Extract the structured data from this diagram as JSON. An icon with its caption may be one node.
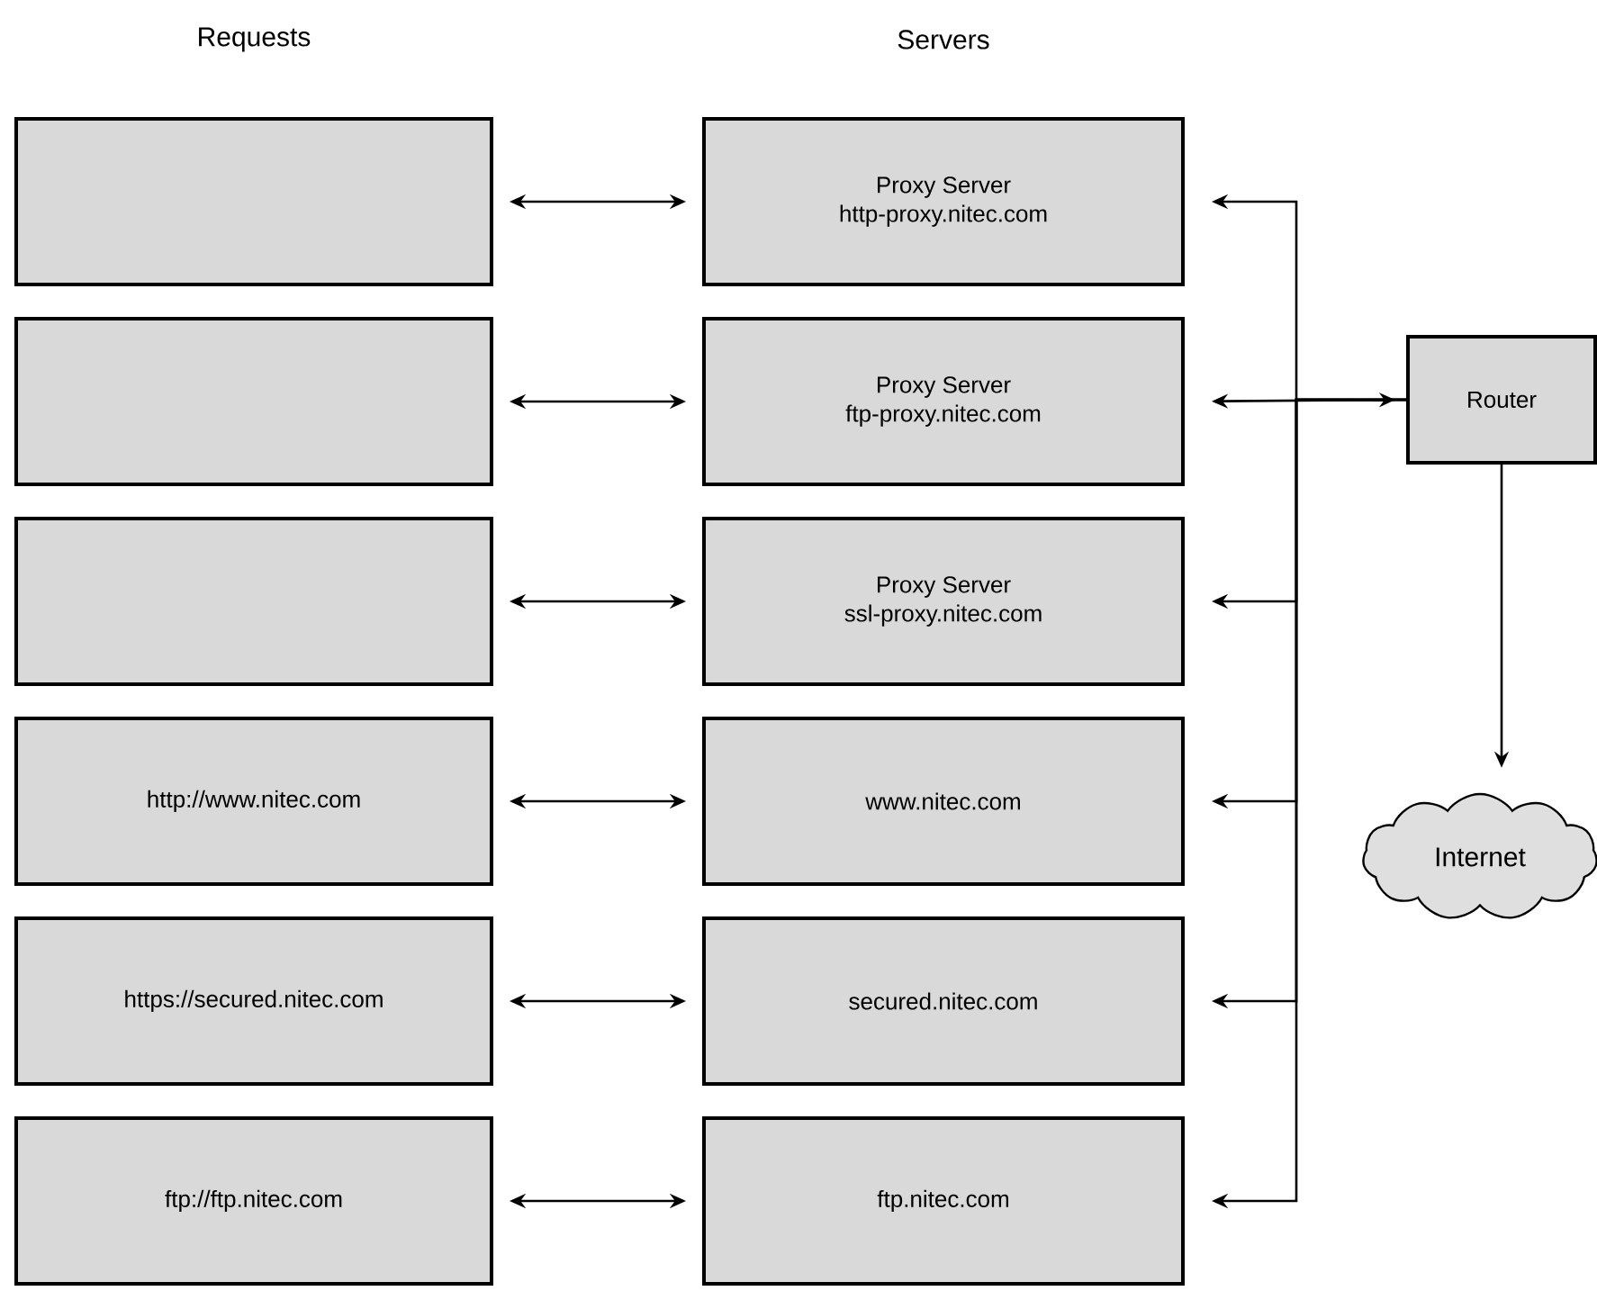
{
  "diagram": {
    "nodes": [
      {
        "text": [],
        "shape": "box"
      },
      {
        "text": [],
        "shape": "box"
      },
      {
        "text": [],
        "shape": "box"
      },
      {
        "text": [
          "http://www.nitec.com"
        ]
      },
      {
        "text": [
          "https://secured.nitec.com"
        ]
      },
      {
        "text": [
          "ftp://ftp.nitec.com"
        ]
      },
      {
        "text": [
          "Proxy Server",
          "http-proxy.nitec.com"
        ]
      },
      {
        "text": [
          "Proxy Server",
          "ftp-proxy.nitec.com"
        ]
      },
      {
        "text": [
          "Proxy Server",
          "ssl-proxy.nitec.com"
        ]
      },
      {
        "text": [
          "www.nitec.com"
        ]
      },
      {
        "text": [
          "secured.nitec.com"
        ]
      },
      {
        "text": [
          "ftp.nitec.com"
        ]
      },
      {
        "text": [
          "Router"
        ]
      },
      {
        "text": [
          "Internet"
        ]
      }
    ],
    "edges": [
      {
        "from": 0,
        "to": 6,
        "arrow": "both"
      },
      {
        "from": 1,
        "to": 7,
        "arrow": "both"
      },
      {
        "from": 2,
        "to": 8,
        "arrow": "both"
      },
      {
        "from": 3,
        "to": 9,
        "arrow": "both"
      },
      {
        "from": 4,
        "to": 10,
        "arrow": "both"
      },
      {
        "from": 5,
        "to": 11,
        "arrow": "both"
      },
      {
        "from": 12,
        "to": 6,
        "arrow": "to"
      },
      {
        "from": 7,
        "to": 12,
        "arrow": "both"
      },
      {
        "from": 12,
        "to": 8,
        "arrow": "to"
      },
      {
        "from": 12,
        "to": 9,
        "arrow": "to"
      },
      {
        "from": 12,
        "to": 10,
        "arrow": "to"
      },
      {
        "from": 12,
        "to": 11,
        "arrow": "to"
      },
      {
        "from": 12,
        "to": 13,
        "arrow": "to"
      }
    ],
    "labels": [
      "Requests",
      "Servers"
    ]
  }
}
